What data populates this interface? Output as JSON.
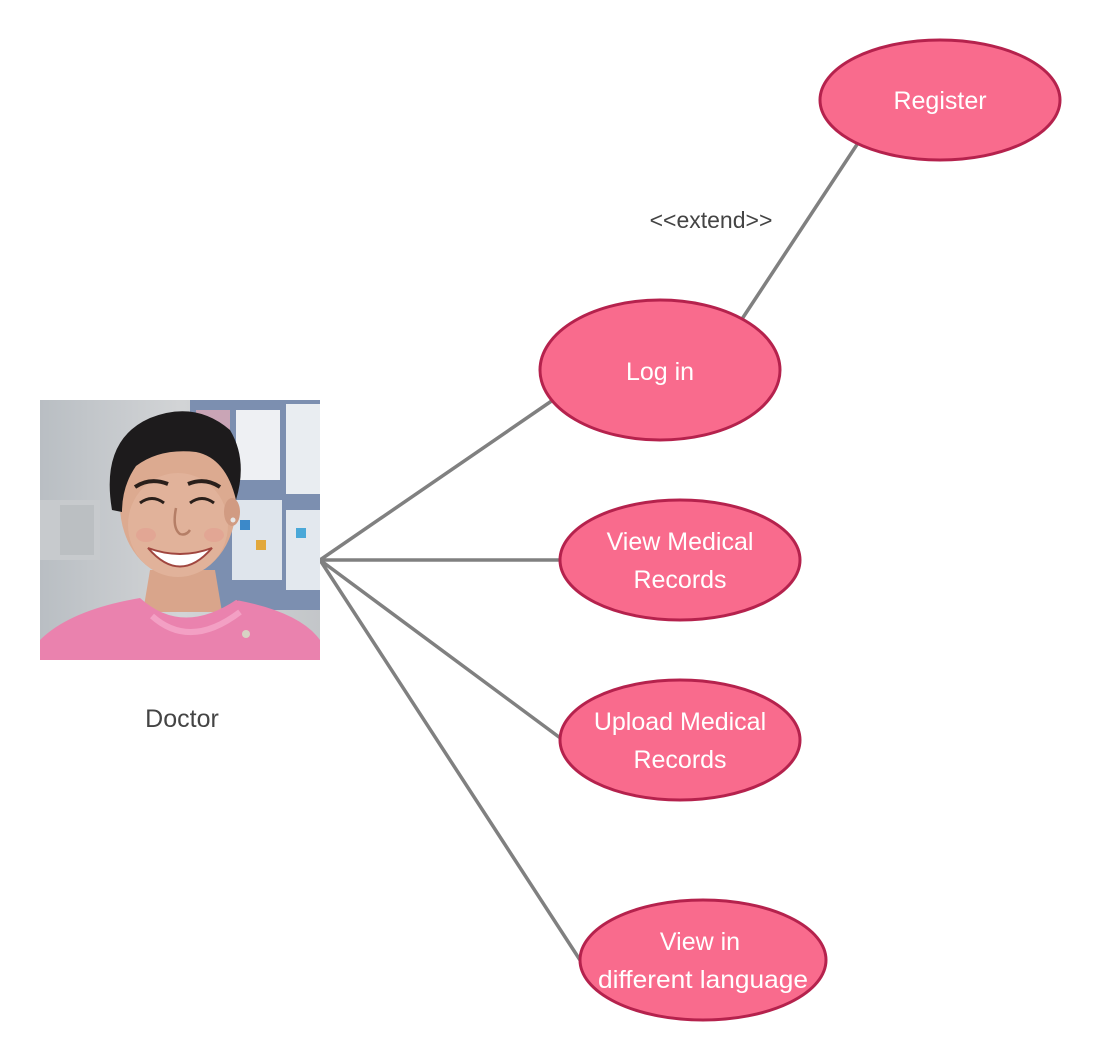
{
  "colors": {
    "usecase_fill": "#f96b8d",
    "usecase_stroke": "#b5224d",
    "connector": "#808080",
    "text_dark": "#444444"
  },
  "actor": {
    "label": "Doctor",
    "image": "photo-of-smiling-woman-in-pink-sweater"
  },
  "use_cases": {
    "register": {
      "lines": [
        "Register"
      ]
    },
    "login": {
      "lines": [
        "Log in"
      ]
    },
    "view_records": {
      "lines": [
        "View Medical",
        "Records"
      ]
    },
    "upload_records": {
      "lines": [
        "Upload Medical",
        "Records"
      ]
    },
    "view_language": {
      "lines": [
        "View in",
        "different language"
      ]
    }
  },
  "relations": {
    "extend_label": "<<extend>>"
  }
}
